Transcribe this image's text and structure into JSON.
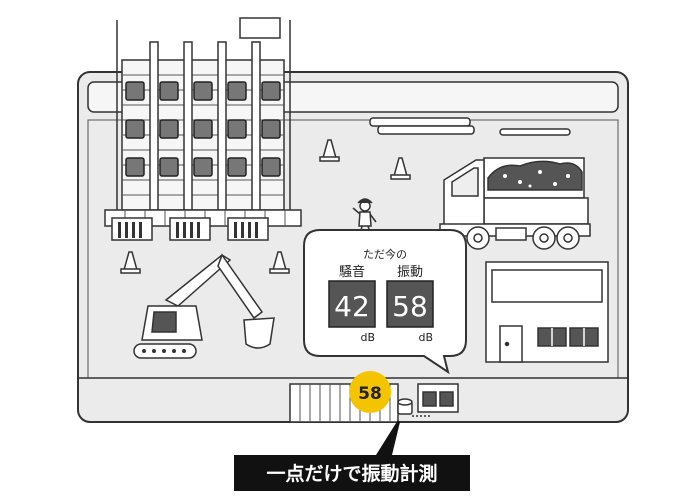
{
  "panel": {
    "caption": "ただ今の",
    "noise_label": "騒音",
    "vibration_label": "振動",
    "noise_value": "42",
    "vibration_value": "58",
    "noise_unit": "dB",
    "vibration_unit": "dB"
  },
  "sensor": {
    "badge_value": "58"
  },
  "banner": {
    "title": "一点だけで振動計測"
  },
  "colors": {
    "badge": "#f5c400",
    "banner": "#111111",
    "display": "#555555",
    "site": "#ebebeb",
    "outline": "#333333"
  }
}
